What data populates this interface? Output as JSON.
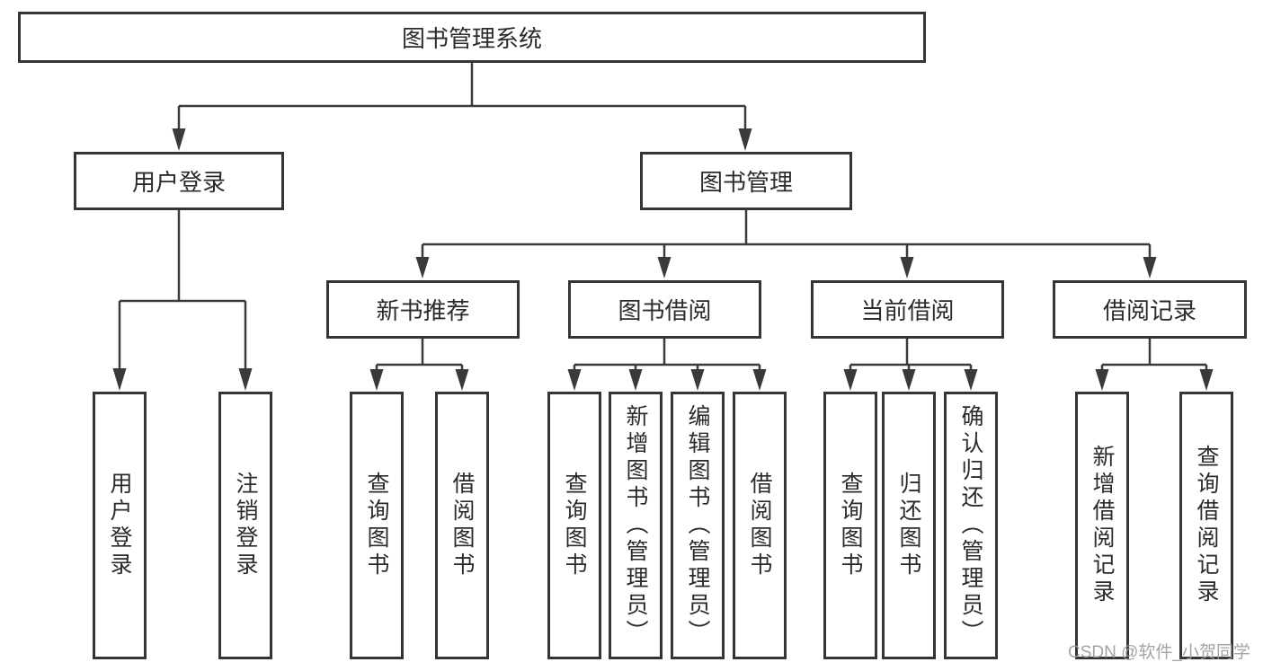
{
  "diagram": {
    "root": {
      "label": "图书管理系统"
    },
    "level2": [
      {
        "label": "用户登录"
      },
      {
        "label": "图书管理"
      }
    ],
    "level3": [
      {
        "label": "新书推荐"
      },
      {
        "label": "图书借阅"
      },
      {
        "label": "当前借阅"
      },
      {
        "label": "借阅记录"
      }
    ],
    "leaves": {
      "login": [
        "用户登录",
        "注销登录"
      ],
      "new_book": [
        "查询图书",
        "借阅图书"
      ],
      "book_borrow": [
        "查询图书",
        "新增图书（管理员）",
        "编辑图书（管理员）",
        "借阅图书"
      ],
      "current_borrow": [
        "查询图书",
        "归还图书",
        "确认归还（管理员）"
      ],
      "borrow_records": [
        "新增借阅记录",
        "查询借阅记录"
      ]
    }
  },
  "watermark": {
    "text": "CSDN @软件_小贺同学"
  },
  "colors": {
    "line": "#3a3a3a",
    "box_border": "#353535",
    "text": "#2b2b2b",
    "watermark": "#9a9a9a",
    "background": "#ffffff"
  }
}
